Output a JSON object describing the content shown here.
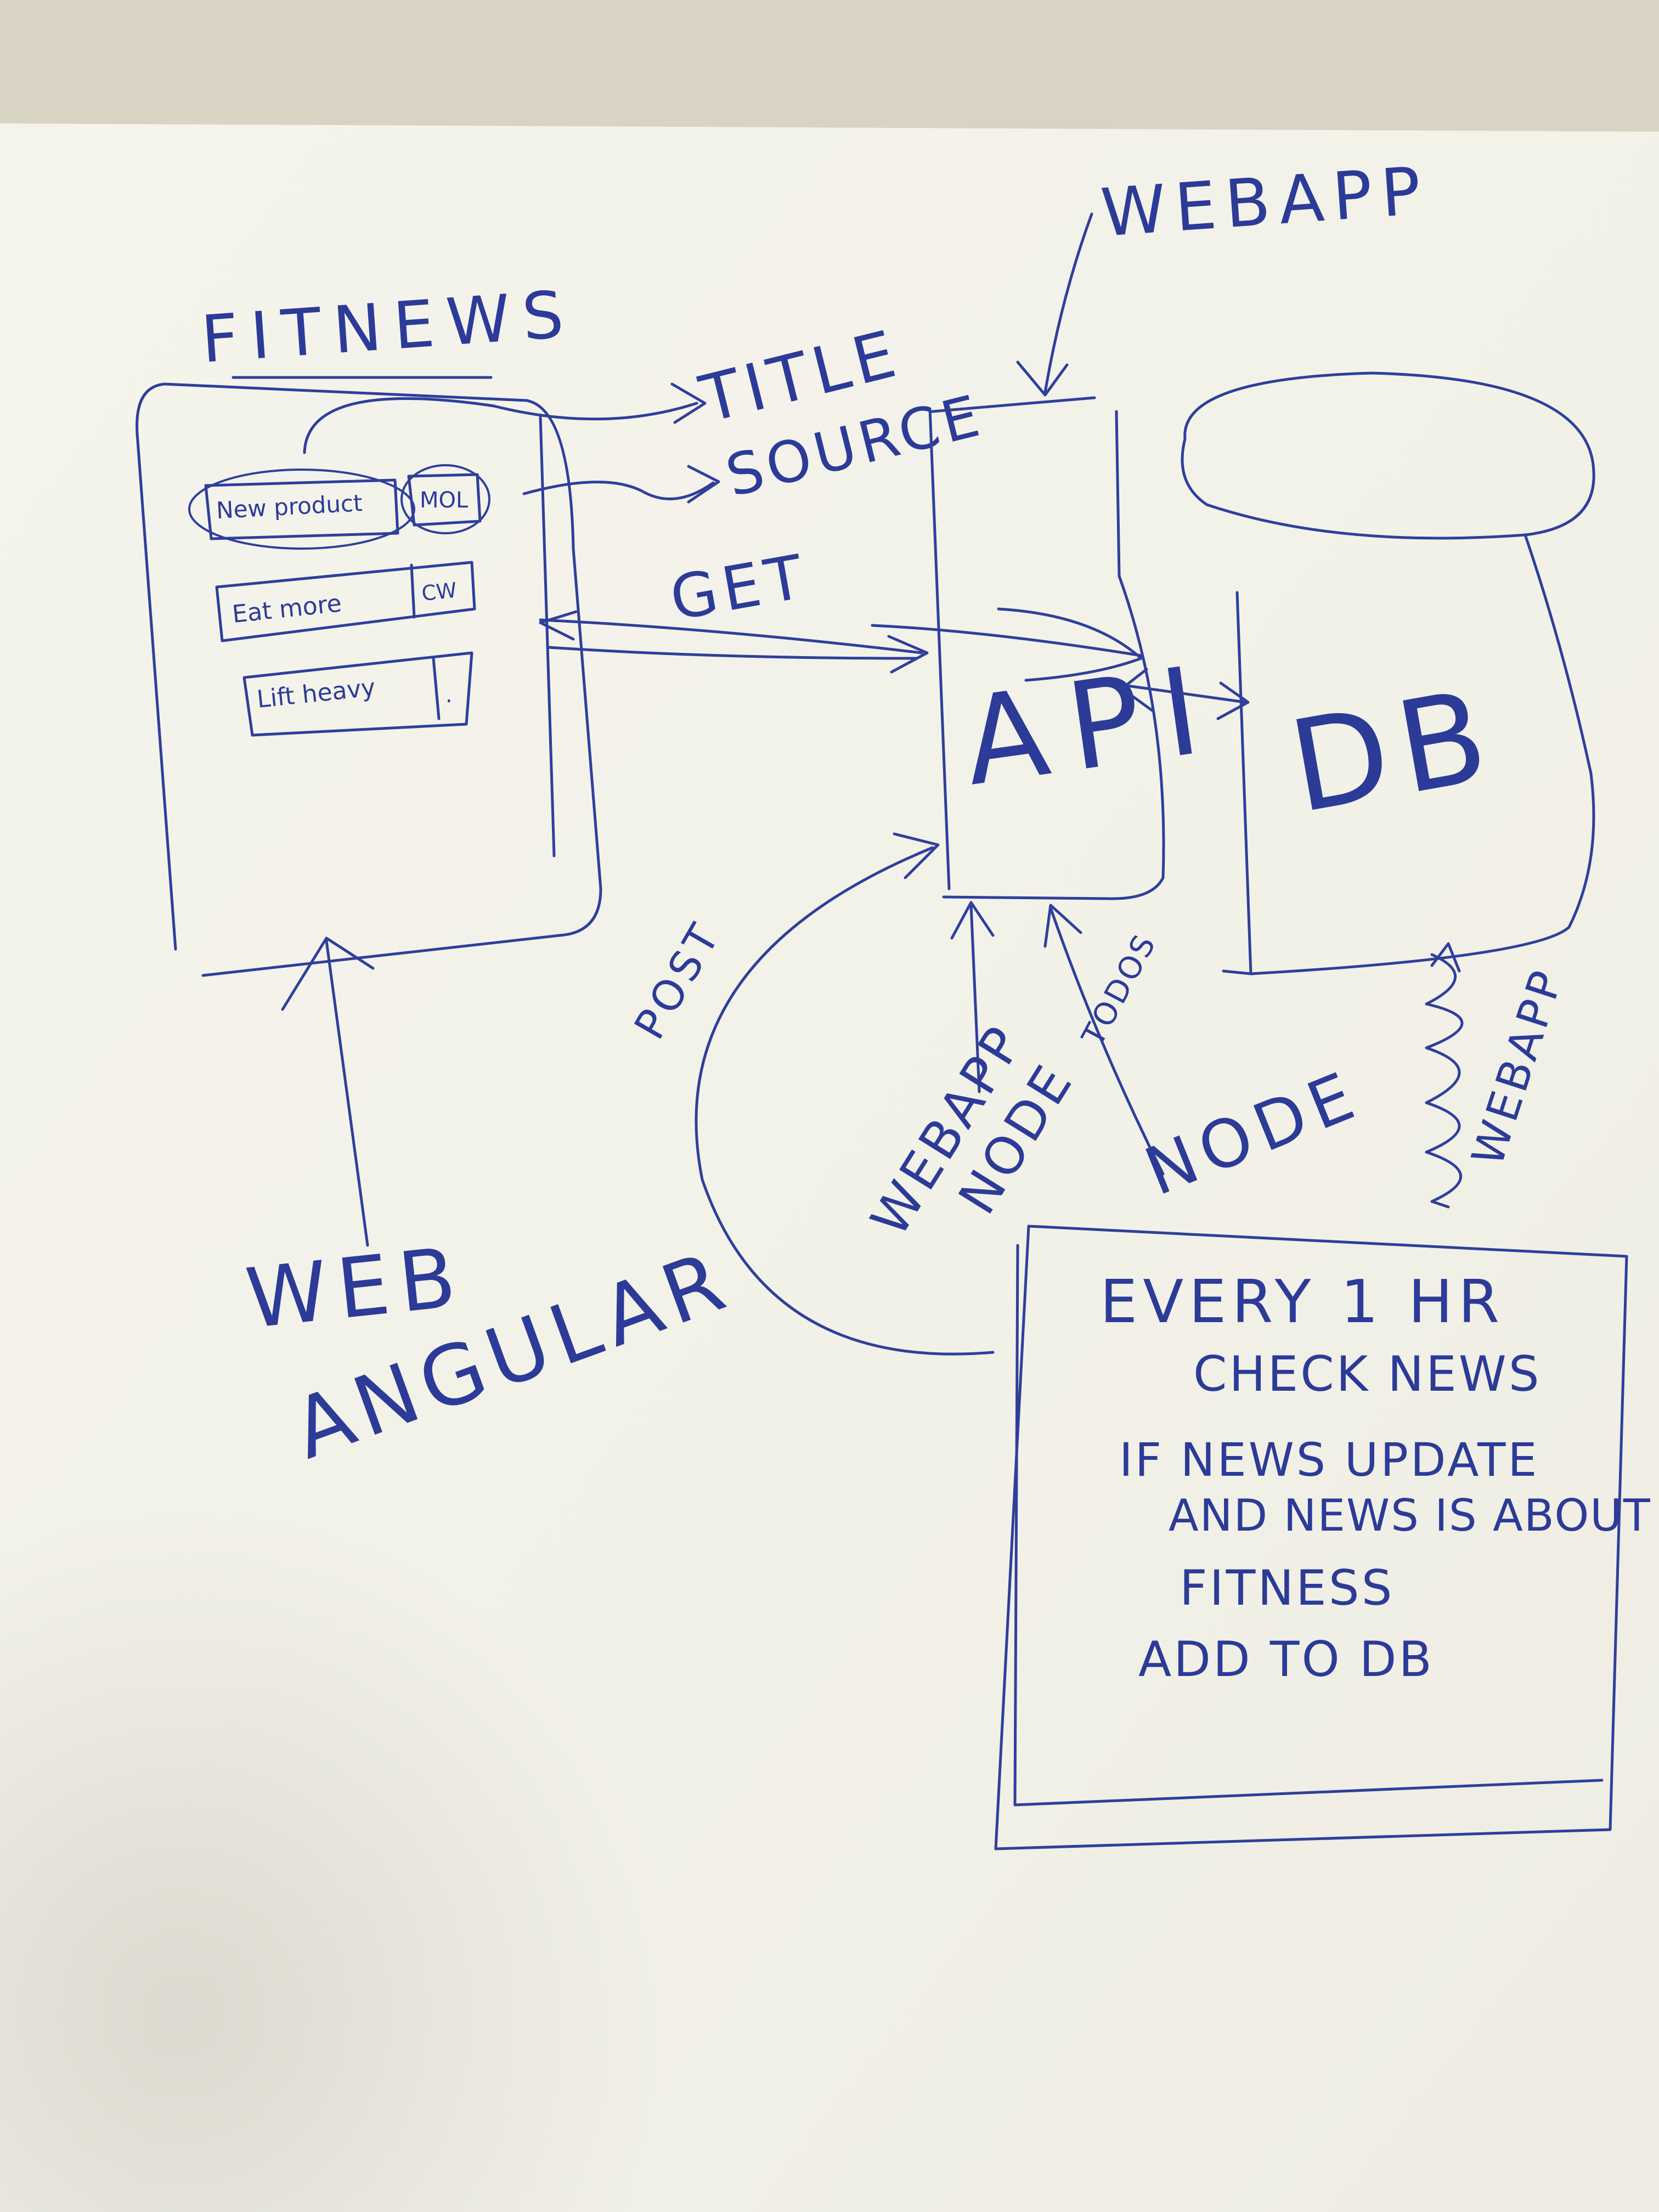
{
  "diagram": {
    "frontend": {
      "title": "FITNEWS",
      "news_items": [
        {
          "title": "New product",
          "source": "MOL"
        },
        {
          "title": "Eat more",
          "source": "CW"
        },
        {
          "title": "Lift heavy",
          "source": "."
        }
      ],
      "label_line1": "WEB",
      "label_line2": "ANGULAR"
    },
    "fields": {
      "title": "TITLE",
      "source": "SOURCE"
    },
    "get_label": "GET",
    "post_label": "POST",
    "api": {
      "label": "API",
      "top_label": "WEBAPP",
      "bottom_label_line1": "WEBAPP",
      "bottom_label_line2": "NODE",
      "todos_label": "TODOS",
      "node_label": "NODE"
    },
    "db": {
      "label": "DB",
      "side_label": "WEBAPP"
    },
    "cron": {
      "lines": [
        "EVERY 1 HR",
        "CHECK NEWS",
        "IF NEWS UPDATE",
        "AND NEWS IS ABOUT",
        "FITNESS",
        "ADD TO DB"
      ]
    }
  }
}
